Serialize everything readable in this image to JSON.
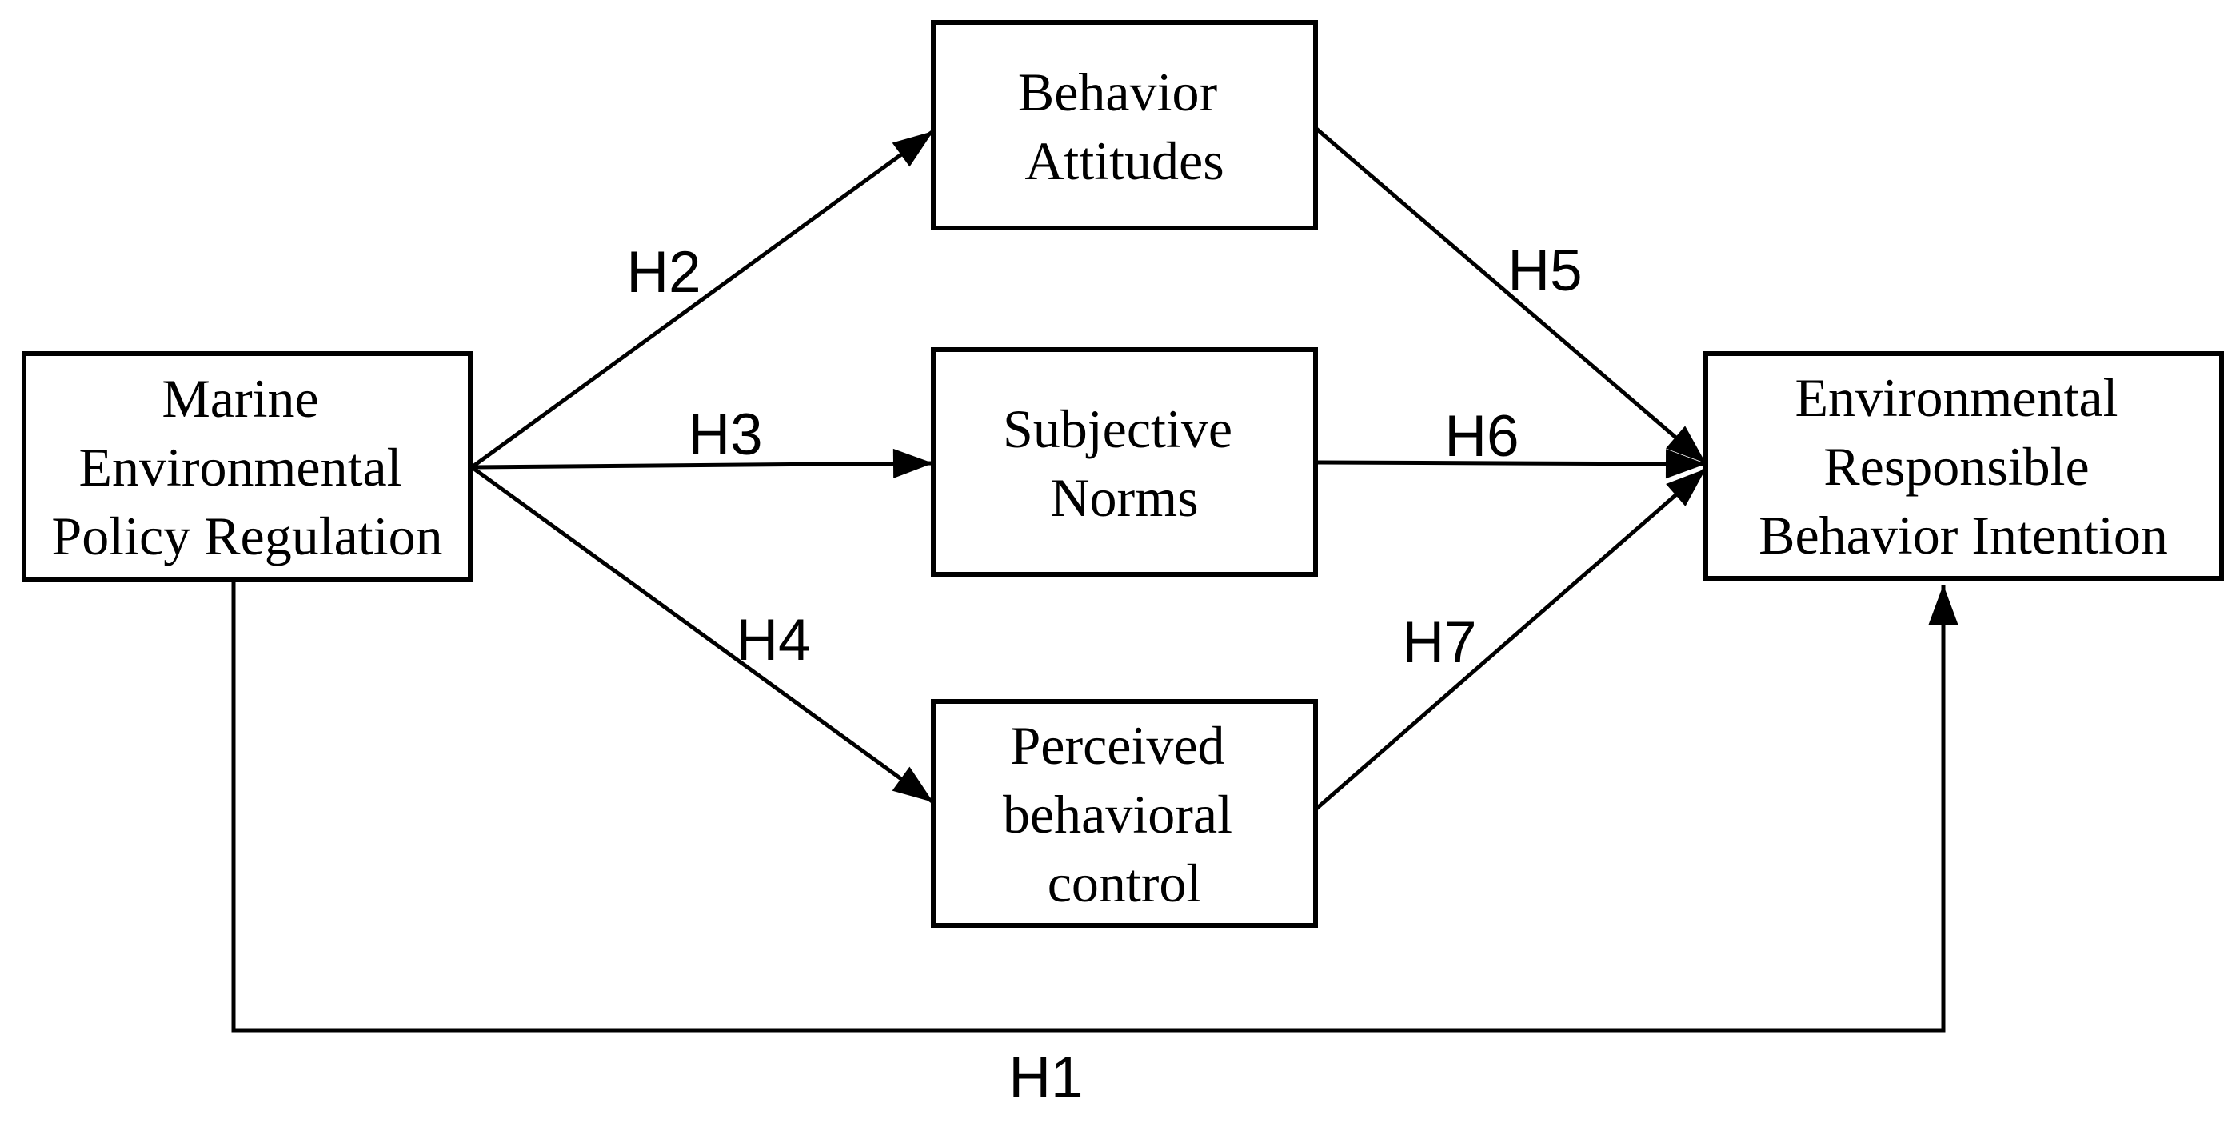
{
  "figure": {
    "background": "#ffffff",
    "line_color": "#000000",
    "text_color": "#000000",
    "type": "hypothesis-path-model"
  },
  "boxes": {
    "marine_policy": {
      "text": "Marine Environmental Policy Regulation",
      "lines": [
        "Marine",
        "Environmental",
        "Policy Regulation"
      ]
    },
    "behavior_attitudes": {
      "text": "Behavior Attitudes",
      "lines": [
        "Behavior",
        "Attitudes"
      ]
    },
    "subjective_norms": {
      "text": "Subjective Norms",
      "lines": [
        "Subjective",
        "Norms"
      ]
    },
    "perceived_behavioral_control": {
      "text": "Perceived behavioral control",
      "lines": [
        "Perceived",
        "behavioral",
        "control"
      ]
    },
    "erb_intention": {
      "text": "Environmental Responsible Behavior Intention",
      "lines": [
        "Environmental",
        "Responsible",
        "Behavior Intention"
      ]
    }
  },
  "hypotheses": {
    "h1": {
      "label": "H1",
      "from": "marine_policy",
      "to": "erb_intention"
    },
    "h2": {
      "label": "H2",
      "from": "marine_policy",
      "to": "behavior_attitudes"
    },
    "h3": {
      "label": "H3",
      "from": "marine_policy",
      "to": "subjective_norms"
    },
    "h4": {
      "label": "H4",
      "from": "marine_policy",
      "to": "perceived_behavioral_control"
    },
    "h5": {
      "label": "H5",
      "from": "behavior_attitudes",
      "to": "erb_intention"
    },
    "h6": {
      "label": "H6",
      "from": "subjective_norms",
      "to": "erb_intention"
    },
    "h7": {
      "label": "H7",
      "from": "perceived_behavioral_control",
      "to": "erb_intention"
    }
  }
}
